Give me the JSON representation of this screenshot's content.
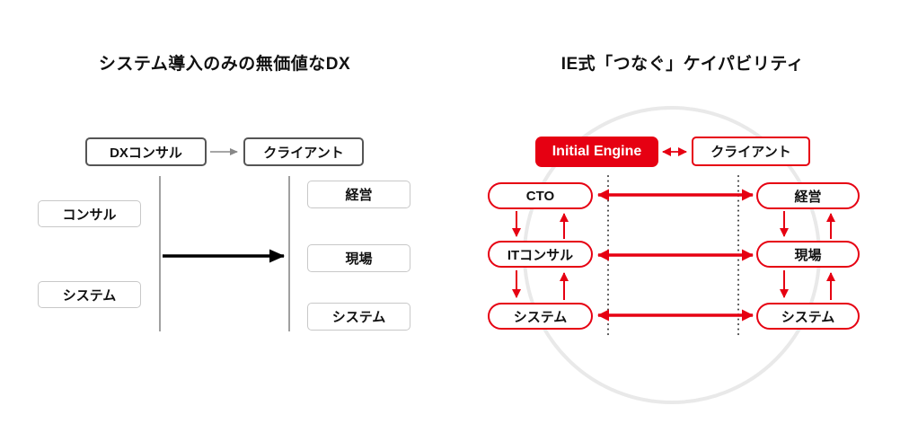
{
  "colors": {
    "red": "#e60012",
    "box_gray": "#555555",
    "pill_gray": "#c8c8c8",
    "line_gray": "#a0a0a0",
    "arrow_gray": "#888888",
    "dot_gray": "#404040",
    "circle_gray": "#e9e9e9",
    "text_black": "#111111",
    "white": "#ffffff"
  },
  "left_panel": {
    "title": "システム導入のみの無価値なDX",
    "consultant_box": "DXコンサル",
    "client_box": "クライアント",
    "consultant_nodes": [
      "コンサル",
      "システム"
    ],
    "client_nodes": [
      "経営",
      "現場",
      "システム"
    ]
  },
  "right_panel": {
    "title": "IE式「つなぐ」ケイパビリティ",
    "company_box": "Initial Engine",
    "client_box": "クライアント",
    "company_nodes": [
      "CTO",
      "ITコンサル",
      "システム"
    ],
    "client_nodes": [
      "経営",
      "現場",
      "システム"
    ]
  }
}
